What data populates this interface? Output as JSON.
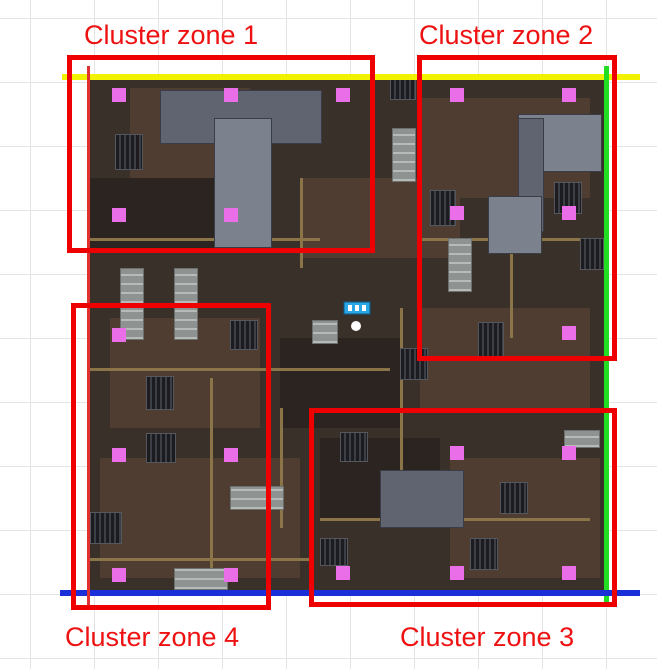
{
  "zones": [
    {
      "label": "Cluster zone 1"
    },
    {
      "label": "Cluster zone 2"
    },
    {
      "label": "Cluster zone 3"
    },
    {
      "label": "Cluster zone 4"
    }
  ],
  "colors": {
    "zone_border": "#ee0000",
    "zone_label": "#ee1111",
    "spawn_marker": "#ea6ee8",
    "x_axis_top": "#f2f200",
    "y_axis_right": "#22dd22",
    "z_axis_bottom": "#1a2fd8",
    "map_floor": "#3a302a"
  },
  "icons": {
    "spawn_marker": "pink-square-icon",
    "player": "player-gizmo-icon"
  }
}
